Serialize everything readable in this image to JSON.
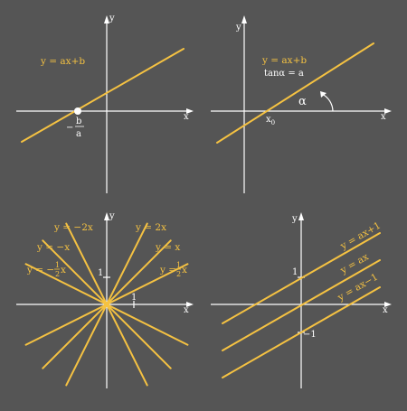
{
  "colors": {
    "background": "#555555",
    "line": "#f5c242",
    "axis": "#ffffff"
  },
  "axis_labels": {
    "x": "x",
    "y": "y"
  },
  "panel1": {
    "equation": "y = ax+b",
    "root_sign": "−",
    "root_num": "b",
    "root_den": "a"
  },
  "panel2": {
    "equation": "y = ax+b",
    "tan_label": "tanα = a",
    "alpha": "α",
    "x0": "x",
    "x0_sub": "0"
  },
  "panel3": {
    "tick_x": "1",
    "tick_y": "1",
    "labels": {
      "m2x": "y = −2x",
      "mx": "y = −x",
      "p2x": "y = 2x",
      "px": "y = x",
      "mhalf_pre": "y = −",
      "phalf_pre": "y =",
      "half_num": "1",
      "half_den": "2",
      "half_x": "x"
    }
  },
  "panel4": {
    "tick_1": "1",
    "tick_m1": "−1",
    "eq_plus": "y = ax+1",
    "eq_zero": "y = ax",
    "eq_minus": "y = ax−1"
  }
}
